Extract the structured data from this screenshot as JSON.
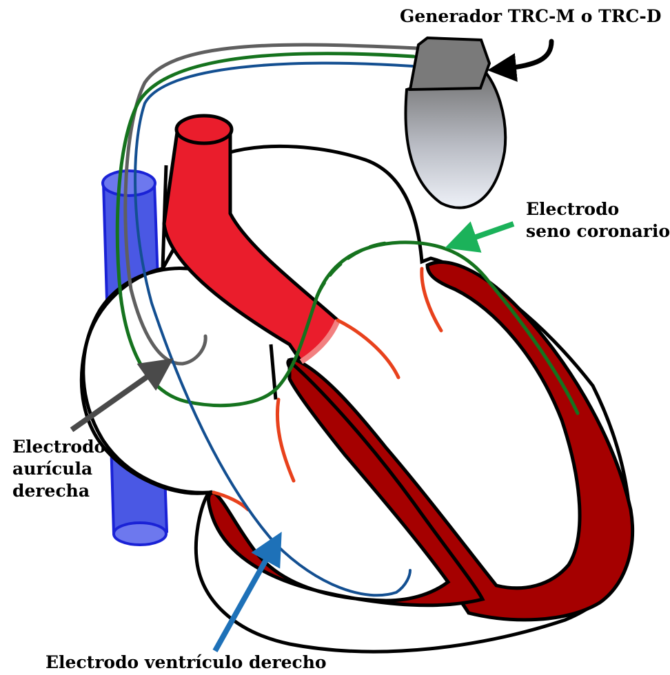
{
  "labels": {
    "generator": "Generador TRC-M o TRC-D",
    "coronary_sinus_lead": [
      "Electrodo",
      "seno coronario"
    ],
    "right_atrium_lead": [
      "Electrodo",
      "aurícula",
      "derecha"
    ],
    "right_ventricle_lead": "Electrodo ventrículo derecho"
  },
  "colors": {
    "aorta": "#ea1d2c",
    "myocardium": "#a50000",
    "vena_cava": "#4a58e4",
    "lead_atrium": "#5f5f5f",
    "lead_coronary_sinus": "#15731e",
    "lead_ventricle": "#134f91",
    "conduction_fibers": "#e8411c",
    "arrow_coronary_sinus": "#1bb25a",
    "arrow_ventricle": "#1e71b8",
    "arrow_atrium": "#4a4a4a",
    "generator_header": "#7a7a7a"
  }
}
